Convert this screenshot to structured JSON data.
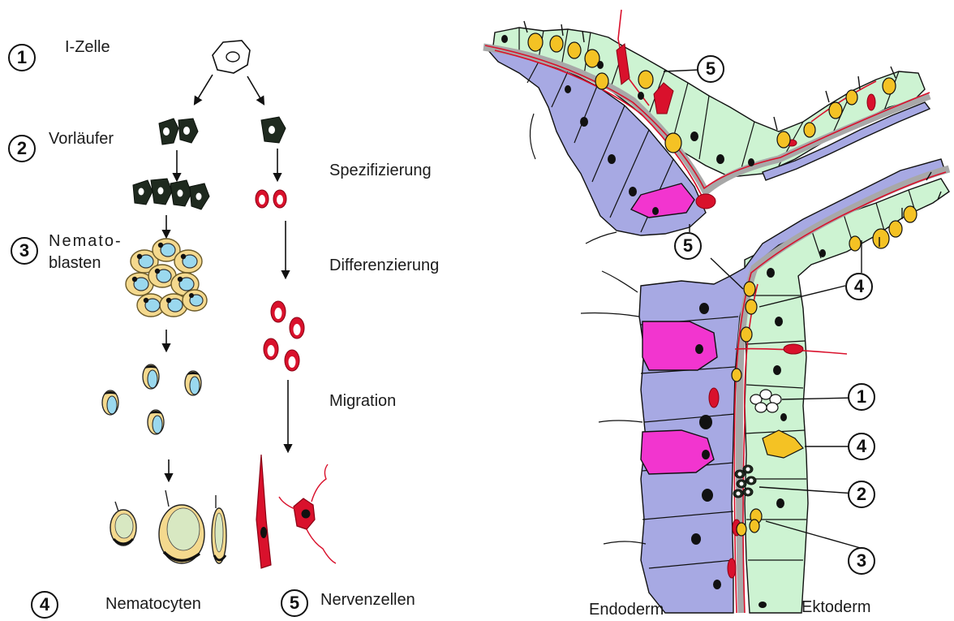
{
  "numbers": {
    "n1": "1",
    "n2": "2",
    "n3": "3",
    "n4": "4",
    "n5": "5"
  },
  "labels": {
    "izelle": "I-Zelle",
    "vorlaeufer": "Vorläufer",
    "nemato": "Nemato-",
    "blasten": "blasten",
    "nematocyten": "Nematocyten",
    "nervenzellen": "Nervenzellen",
    "spezifizierung": "Spezifizierung",
    "differenzierung": "Differenzierung",
    "migration": "Migration",
    "endoderm": "Endoderm",
    "ektoderm": "Ektoderm"
  },
  "colors": {
    "endoderm_cell": "#a7a9e3",
    "ektoderm_cell": "#cdf3d2",
    "gland_cell": "#f235cf",
    "nerve_cell": "#d9112c",
    "nematocyst_capsule": "#f4d98e",
    "nematoblast_nucleus": "#9ad8ee",
    "precursor": "#1f2a1f",
    "mesoglea": "#a8a8a8",
    "nucleus": "#111111"
  }
}
